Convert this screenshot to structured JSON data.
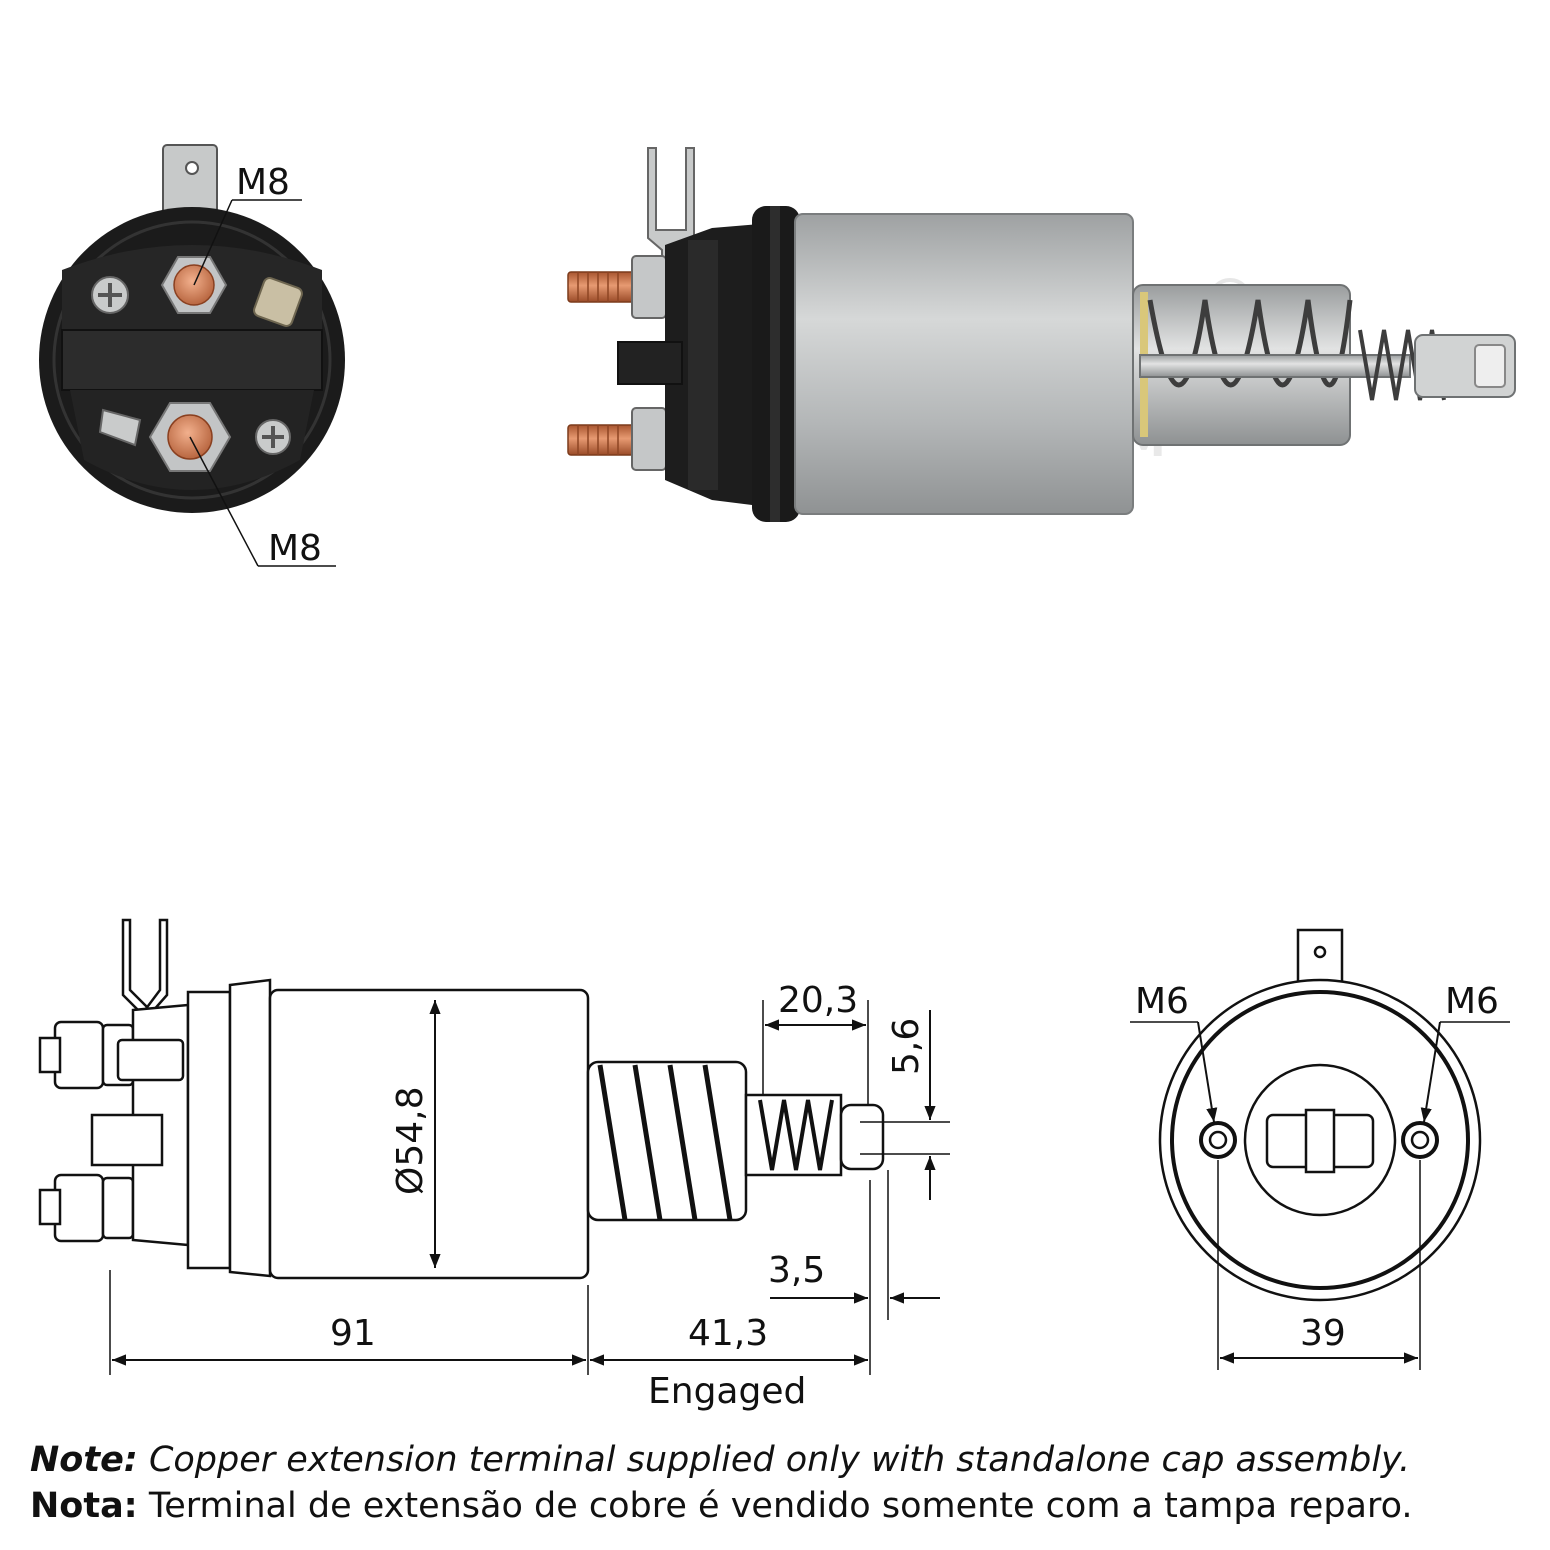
{
  "photo_labels": {
    "top_terminal": "M8",
    "bottom_terminal": "M8"
  },
  "watermark": "ZM",
  "side_drawing": {
    "diameter": "Ø54,8",
    "body_length": "91",
    "plunger_length": "41,3",
    "plunger_state": "Engaged",
    "eyelet_width": "20,3",
    "eyelet_height": "5,6",
    "gap": "3,5"
  },
  "end_drawing": {
    "left_thread": "M6",
    "right_thread": "M6",
    "mount_spacing": "39"
  },
  "notes": {
    "en_key": "Note:",
    "en_text": " Copper extension terminal supplied only with standalone cap assembly.",
    "pt_key": "Nota:",
    "pt_text": " Terminal de extensão de cobre é vendido somente com a tampa reparo."
  },
  "colors": {
    "body": "#b9bcbd",
    "cap": "#1a1a1a",
    "copper": "#d2794f",
    "line": "#111111"
  }
}
